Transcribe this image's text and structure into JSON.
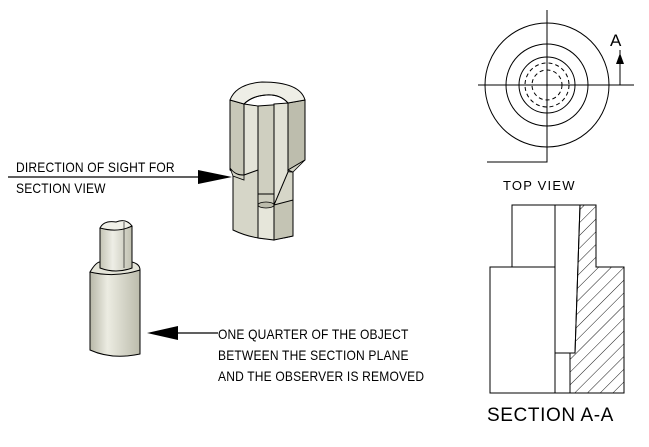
{
  "labels": {
    "direction_line1": "DIRECTION OF SIGHT FOR",
    "direction_line2": "SECTION VIEW",
    "quarter_line1": "ONE QUARTER OF THE OBJECT",
    "quarter_line2": "BETWEEN THE SECTION PLANE",
    "quarter_line3": "AND THE OBSERVER IS REMOVED",
    "top_view": "TOP VIEW",
    "section_title": "SECTION A-A",
    "cutting_plane_letter": "A"
  },
  "colors": {
    "line": "#000000",
    "solid_light": "#e2e2d6",
    "solid_mid": "#cfcfc0",
    "solid_dark": "#a8a898",
    "background": "#ffffff"
  }
}
